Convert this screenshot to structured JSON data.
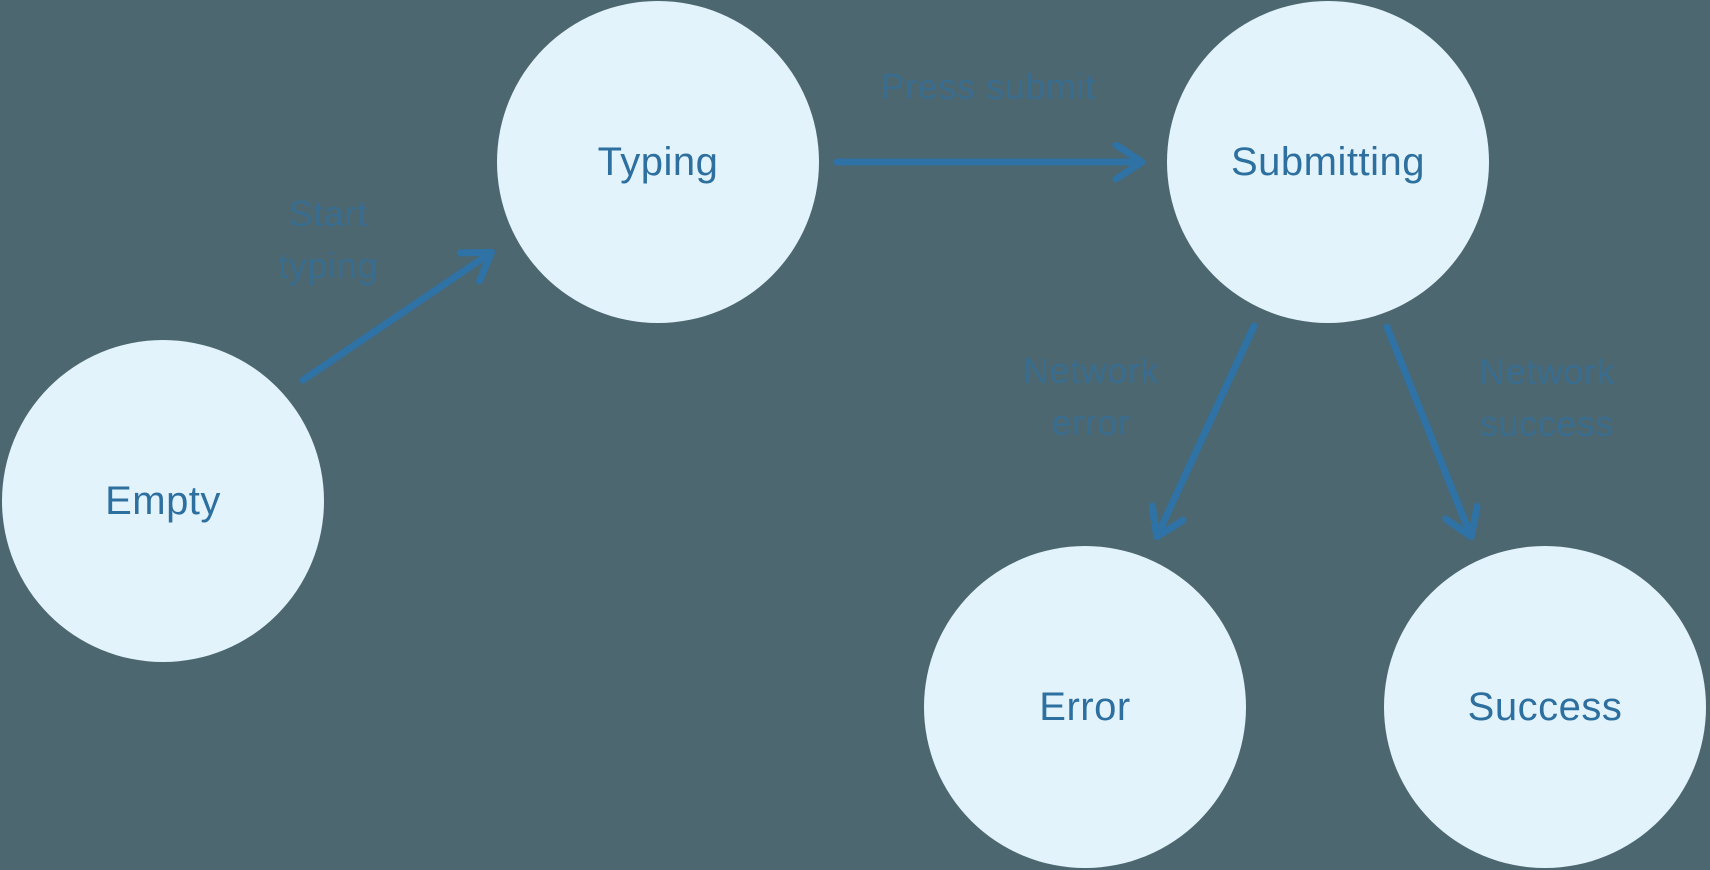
{
  "diagram": {
    "type": "state-machine",
    "colors": {
      "background": "#4c6770",
      "node_fill": "#e2f3fc",
      "node_text": "#2d6f9e",
      "arrow": "#2e72a6",
      "edge_label_text": "#2e71a5"
    },
    "nodes": [
      {
        "id": "empty",
        "label": "Empty"
      },
      {
        "id": "typing",
        "label": "Typing"
      },
      {
        "id": "submitting",
        "label": "Submitting"
      },
      {
        "id": "error",
        "label": "Error"
      },
      {
        "id": "success",
        "label": "Success"
      }
    ],
    "edges": [
      {
        "from": "empty",
        "to": "typing",
        "label": "Start typing"
      },
      {
        "from": "typing",
        "to": "submitting",
        "label": "Press submit"
      },
      {
        "from": "submitting",
        "to": "error",
        "label": "Network error"
      },
      {
        "from": "submitting",
        "to": "success",
        "label": "Network success"
      }
    ]
  }
}
